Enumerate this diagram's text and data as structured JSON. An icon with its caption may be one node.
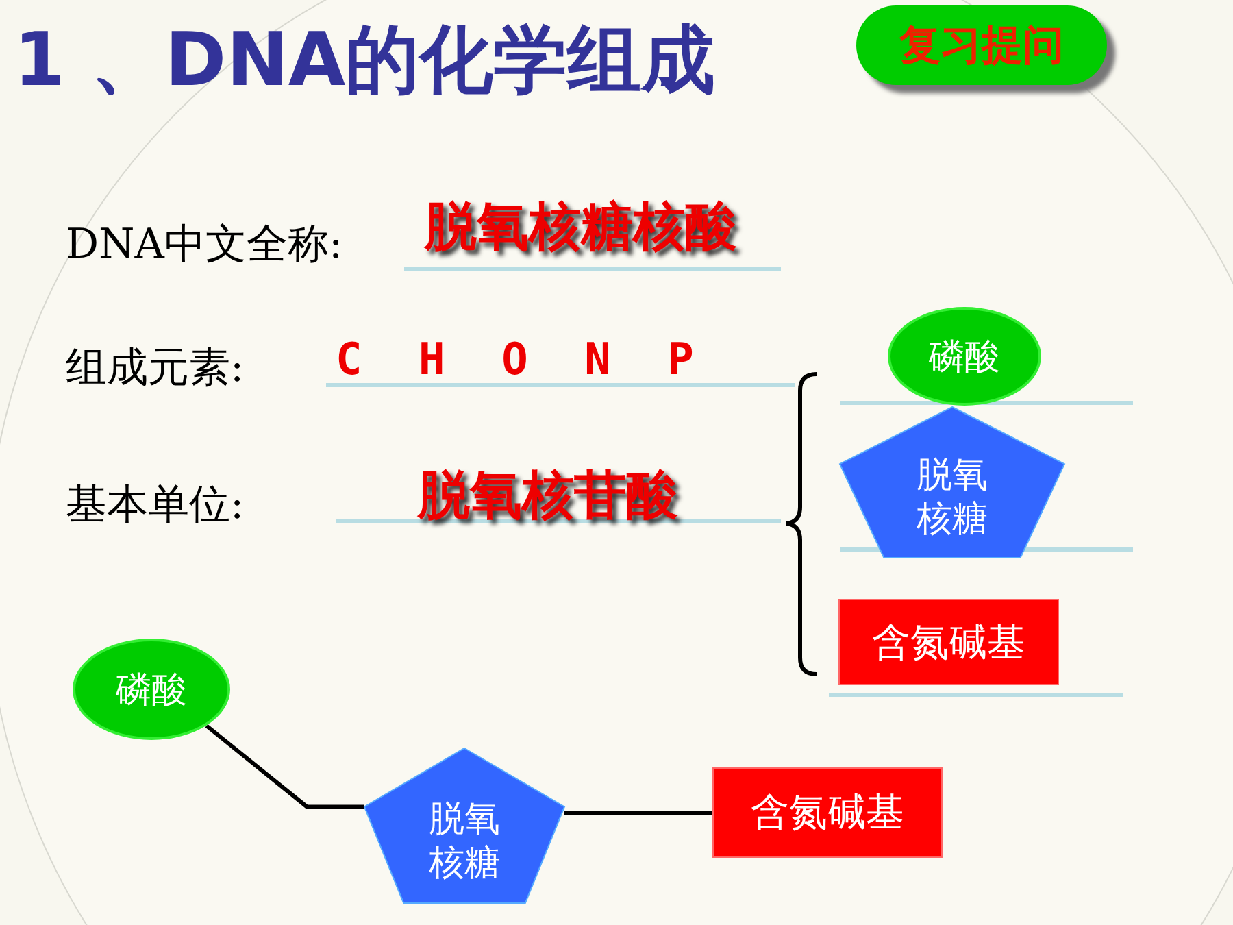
{
  "diagram": {
    "title": "1 、DNA的化学组成",
    "nodes": [
      {
        "text": [
          "复习提问"
        ]
      },
      {
        "text": [
          "磷酸"
        ]
      },
      {
        "text": [
          "脱氧核糖"
        ]
      },
      {
        "text": [
          "含氮碱基"
        ]
      },
      {
        "text": [
          "磷酸"
        ]
      },
      {
        "text": [
          "脱氧核糖"
        ]
      },
      {
        "text": [
          "含氮碱基"
        ]
      }
    ],
    "edges": [
      {
        "from": 4,
        "to": 5,
        "arrow": "none"
      },
      {
        "from": 5,
        "to": 6,
        "arrow": "none"
      }
    ],
    "labels": [
      "DNA中文全称:",
      "脱氧核糖核酸",
      "组成元素:",
      "C H O N P",
      "基本单位:",
      "脱氧核苷酸"
    ]
  }
}
